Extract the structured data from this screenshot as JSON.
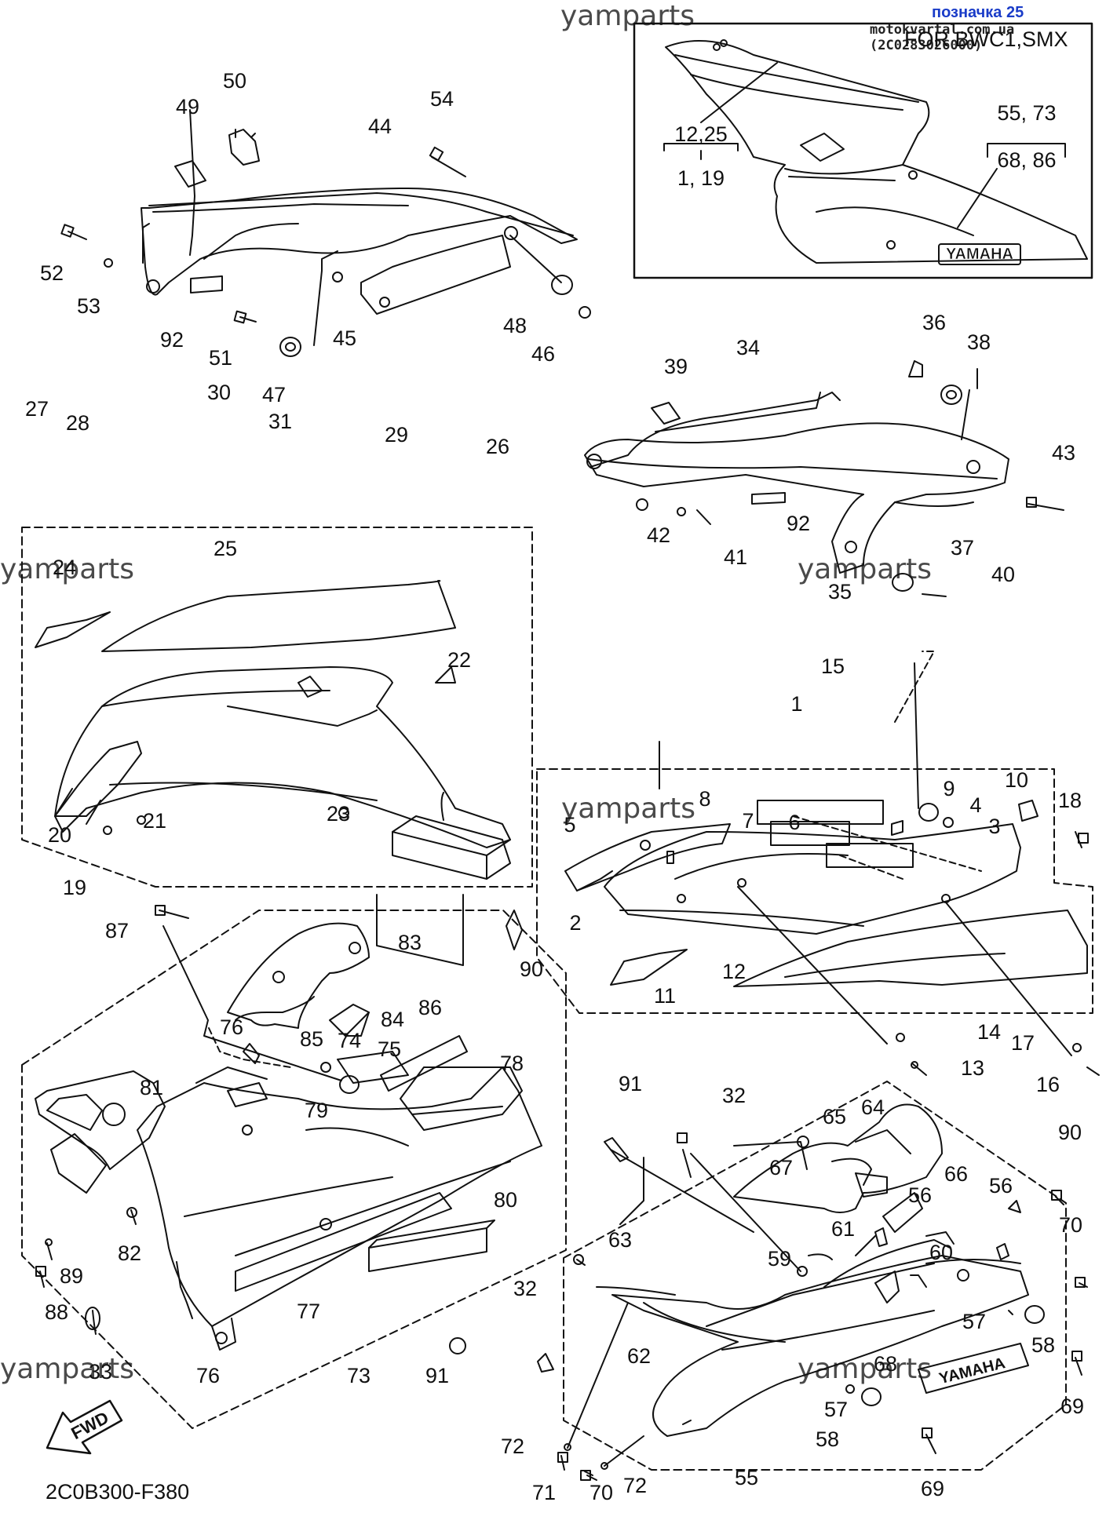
{
  "header": {
    "watermark": "yamparts",
    "badge": "позначка 25",
    "site_code": "motokvartal.com.ua (2C0283026000)",
    "badge_color": "#1a3cc8"
  },
  "inset": {
    "title": "FOR BWC1,SMX",
    "group_a_top": "12,25",
    "group_a_bottom": "1, 19",
    "group_b_top": "55, 73",
    "group_b_bottom": "68, 86",
    "brand": "YAMAHA"
  },
  "watermarks": [
    "yamparts",
    "yamparts",
    "yamparts",
    "yamparts",
    "yamparts"
  ],
  "lower_brand": "YAMAHA",
  "fwd_label": "FWD",
  "diagram_code": "2C0B300-F380",
  "callouts": [
    {
      "id": "c50",
      "text": "50"
    },
    {
      "id": "c49",
      "text": "49"
    },
    {
      "id": "c44",
      "text": "44"
    },
    {
      "id": "c54",
      "text": "54"
    },
    {
      "id": "c52",
      "text": "52"
    },
    {
      "id": "c53",
      "text": "53"
    },
    {
      "id": "c92a",
      "text": "92"
    },
    {
      "id": "c51",
      "text": "51"
    },
    {
      "id": "c47",
      "text": "47"
    },
    {
      "id": "c45",
      "text": "45"
    },
    {
      "id": "c48",
      "text": "48"
    },
    {
      "id": "c46",
      "text": "46"
    },
    {
      "id": "c36",
      "text": "36"
    },
    {
      "id": "c38",
      "text": "38"
    },
    {
      "id": "c34",
      "text": "34"
    },
    {
      "id": "c39",
      "text": "39"
    },
    {
      "id": "c43",
      "text": "43"
    },
    {
      "id": "c42",
      "text": "42"
    },
    {
      "id": "c41",
      "text": "41"
    },
    {
      "id": "c92b",
      "text": "92"
    },
    {
      "id": "c37",
      "text": "37"
    },
    {
      "id": "c40",
      "text": "40"
    },
    {
      "id": "c35",
      "text": "35"
    },
    {
      "id": "c27",
      "text": "27"
    },
    {
      "id": "c28",
      "text": "28"
    },
    {
      "id": "c30",
      "text": "30"
    },
    {
      "id": "c31",
      "text": "31"
    },
    {
      "id": "c29",
      "text": "29"
    },
    {
      "id": "c26",
      "text": "26"
    },
    {
      "id": "c25",
      "text": "25"
    },
    {
      "id": "c24",
      "text": "24"
    },
    {
      "id": "c22",
      "text": "22"
    },
    {
      "id": "c20",
      "text": "20"
    },
    {
      "id": "c21",
      "text": "21"
    },
    {
      "id": "c23",
      "text": "23"
    },
    {
      "id": "c19",
      "text": "19"
    },
    {
      "id": "c15",
      "text": "15"
    },
    {
      "id": "c1",
      "text": "1"
    },
    {
      "id": "c9",
      "text": "9"
    },
    {
      "id": "c8",
      "text": "8"
    },
    {
      "id": "c10",
      "text": "10"
    },
    {
      "id": "c4",
      "text": "4"
    },
    {
      "id": "c18",
      "text": "18"
    },
    {
      "id": "c7",
      "text": "7"
    },
    {
      "id": "c6",
      "text": "6"
    },
    {
      "id": "c3",
      "text": "3"
    },
    {
      "id": "c5",
      "text": "5"
    },
    {
      "id": "c2",
      "text": "2"
    },
    {
      "id": "c12",
      "text": "12"
    },
    {
      "id": "c11",
      "text": "11"
    },
    {
      "id": "c14",
      "text": "14"
    },
    {
      "id": "c13",
      "text": "13"
    },
    {
      "id": "c17",
      "text": "17"
    },
    {
      "id": "c16",
      "text": "16"
    },
    {
      "id": "c87",
      "text": "87"
    },
    {
      "id": "c83",
      "text": "83"
    },
    {
      "id": "c90a",
      "text": "90"
    },
    {
      "id": "c84",
      "text": "84"
    },
    {
      "id": "c86",
      "text": "86"
    },
    {
      "id": "c85",
      "text": "85"
    },
    {
      "id": "c74",
      "text": "74"
    },
    {
      "id": "c76a",
      "text": "76"
    },
    {
      "id": "c75",
      "text": "75"
    },
    {
      "id": "c78",
      "text": "78"
    },
    {
      "id": "c81",
      "text": "81"
    },
    {
      "id": "c79",
      "text": "79"
    },
    {
      "id": "c80",
      "text": "80"
    },
    {
      "id": "c82",
      "text": "82"
    },
    {
      "id": "c89",
      "text": "89"
    },
    {
      "id": "c88",
      "text": "88"
    },
    {
      "id": "c77",
      "text": "77"
    },
    {
      "id": "c33",
      "text": "33"
    },
    {
      "id": "c76b",
      "text": "76"
    },
    {
      "id": "c73",
      "text": "73"
    },
    {
      "id": "c91a",
      "text": "91"
    },
    {
      "id": "c91b",
      "text": "91"
    },
    {
      "id": "c32a",
      "text": "32"
    },
    {
      "id": "c65",
      "text": "65"
    },
    {
      "id": "c64",
      "text": "64"
    },
    {
      "id": "c90b",
      "text": "90"
    },
    {
      "id": "c67",
      "text": "67"
    },
    {
      "id": "c66",
      "text": "66"
    },
    {
      "id": "c56a",
      "text": "56"
    },
    {
      "id": "c56b",
      "text": "56"
    },
    {
      "id": "c70a",
      "text": "70"
    },
    {
      "id": "c63",
      "text": "63"
    },
    {
      "id": "c61",
      "text": "61"
    },
    {
      "id": "c59",
      "text": "59"
    },
    {
      "id": "c60",
      "text": "60"
    },
    {
      "id": "c57a",
      "text": "57"
    },
    {
      "id": "c58a",
      "text": "58"
    },
    {
      "id": "c32b",
      "text": "32"
    },
    {
      "id": "c62",
      "text": "62"
    },
    {
      "id": "c68",
      "text": "68"
    },
    {
      "id": "c69a",
      "text": "69"
    },
    {
      "id": "c57b",
      "text": "57"
    },
    {
      "id": "c58b",
      "text": "58"
    },
    {
      "id": "c72a",
      "text": "72"
    },
    {
      "id": "c71",
      "text": "71"
    },
    {
      "id": "c70b",
      "text": "70"
    },
    {
      "id": "c72b",
      "text": "72"
    },
    {
      "id": "c55",
      "text": "55"
    },
    {
      "id": "c69b",
      "text": "69"
    }
  ]
}
